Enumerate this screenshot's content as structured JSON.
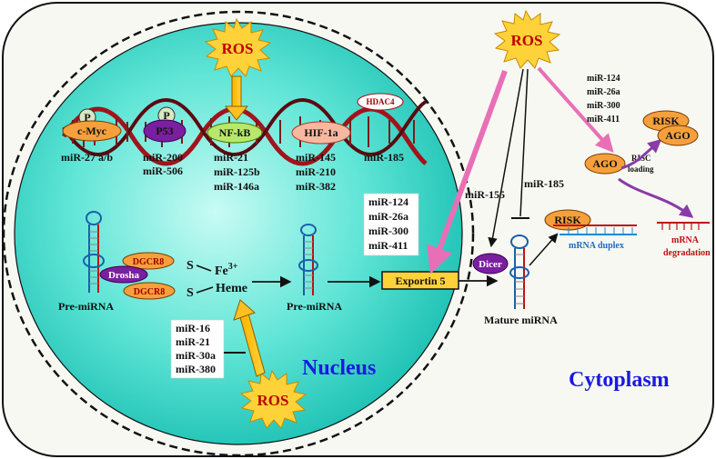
{
  "ros_label": "ROS",
  "tf_labels": {
    "p_cmyc": "P",
    "cmyc": "c-Myc",
    "p_p53": "P",
    "p53": "P53",
    "nfkb": "NF-kB",
    "hif": "HIF-1a",
    "hdac4": "HDAC4"
  },
  "mir_groups": {
    "g1": [
      "miR-27 a/b"
    ],
    "g2": [
      "miR-200",
      "miR-506"
    ],
    "g3": [
      "miR-21",
      "miR-125b",
      "miR-146a"
    ],
    "g4": [
      "miR-145",
      "miR-210",
      "miR-382"
    ],
    "g5": [
      "miR-185"
    ],
    "box_nucleus": [
      "miR-124",
      "miR-26a",
      "miR-300",
      "miR-411"
    ],
    "box_bottom": [
      "miR-16",
      "miR-21",
      "miR-30a",
      "miR-380"
    ],
    "cyto_list": [
      "miR-124",
      "miR-26a",
      "miR-300",
      "miR-411"
    ],
    "mir155": "miR-155",
    "mir185_cyto": "miR-185"
  },
  "processing": {
    "dgcr8": "DGCR8",
    "drosha": "Drosha",
    "s": "S",
    "fe": "Fe",
    "fe_sup": "3+",
    "heme": "Heme",
    "pre_mirna_left": "Pre-miRNA",
    "pre_mirna_mid": "Pre-miRNA",
    "exportin": "Exportin 5",
    "dicer": "Dicer",
    "mature": "Mature miRNA",
    "risk": "RISK",
    "risk2": "RISK",
    "ago": "AGO",
    "ago2": "AGO",
    "risc_loading": [
      "RISC",
      "loading"
    ],
    "mrna_duplex": "mRNA duplex",
    "mrna_degradation": [
      "mRNA",
      "degradation"
    ]
  },
  "regions": {
    "nucleus": "Nucleus",
    "cytoplasm": "Cytoplasm"
  },
  "colors": {
    "nucleus_fill": "#2fd6c8",
    "ros_fill": "#ffd23a",
    "cell_fill": "#f7f8f2",
    "dna_red": "#a0141c",
    "label_blue": "#1a1ae0"
  }
}
